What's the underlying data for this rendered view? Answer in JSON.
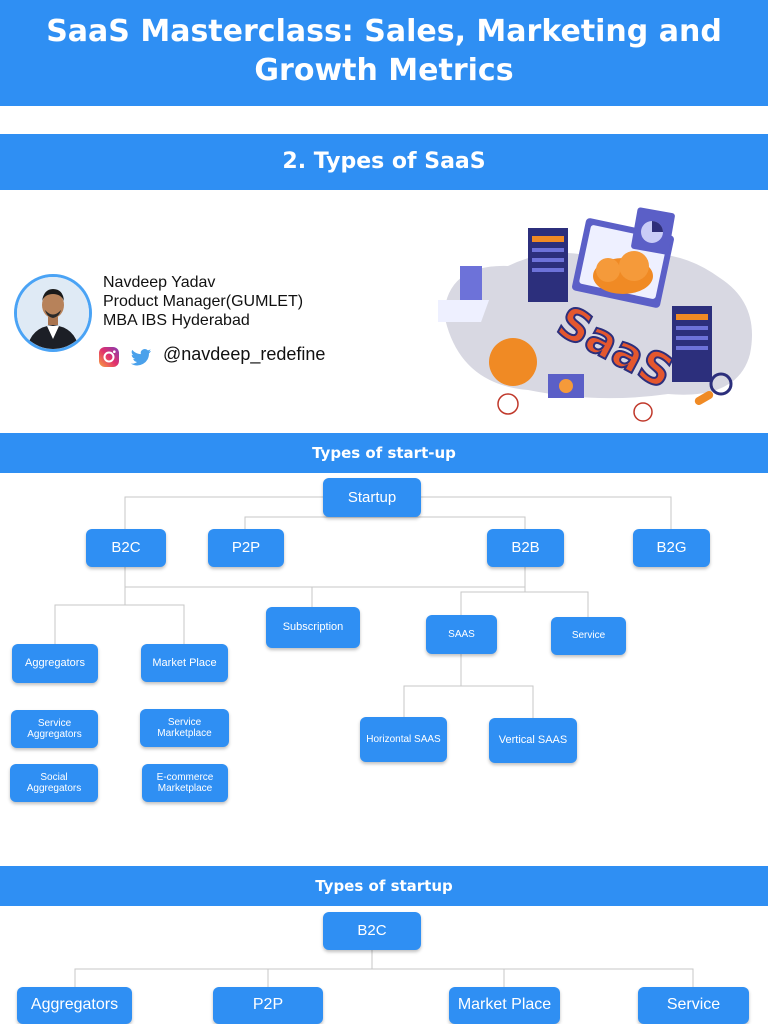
{
  "header": {
    "title": "SaaS Masterclass: Sales, Marketing and Growth Metrics"
  },
  "section": {
    "title": "2. Types of SaaS"
  },
  "author": {
    "name": "Navdeep Yadav",
    "role": "Product Manager(GUMLET)",
    "education": "MBA IBS Hyderabad",
    "handle": "@navdeep_redefine",
    "icons": [
      "instagram-icon",
      "twitter-icon"
    ]
  },
  "illustration": {
    "label": "SaaS"
  },
  "diagram1": {
    "title": "Types of start-up",
    "root": "Startup",
    "level1": [
      "B2C",
      "P2P",
      "B2B",
      "B2G"
    ],
    "b2c_children": [
      "Aggregators",
      "Market Place"
    ],
    "aggregator_types": [
      "Service Aggregators",
      "Social Aggregators"
    ],
    "marketplace_types": [
      "Service Marketplace",
      "E-commerce Marketplace"
    ],
    "b2b_children": [
      "Subscription",
      "SAAS",
      "Service"
    ],
    "saas_children": [
      "Horizontal SAAS",
      "Vertical SAAS"
    ]
  },
  "diagram2": {
    "title": "Types of startup",
    "root": "B2C",
    "children": [
      "Aggregators",
      "P2P",
      "Market Place",
      "Service"
    ]
  },
  "colors": {
    "accent": "#2f8ff3",
    "connector": "#c7c7c7"
  }
}
